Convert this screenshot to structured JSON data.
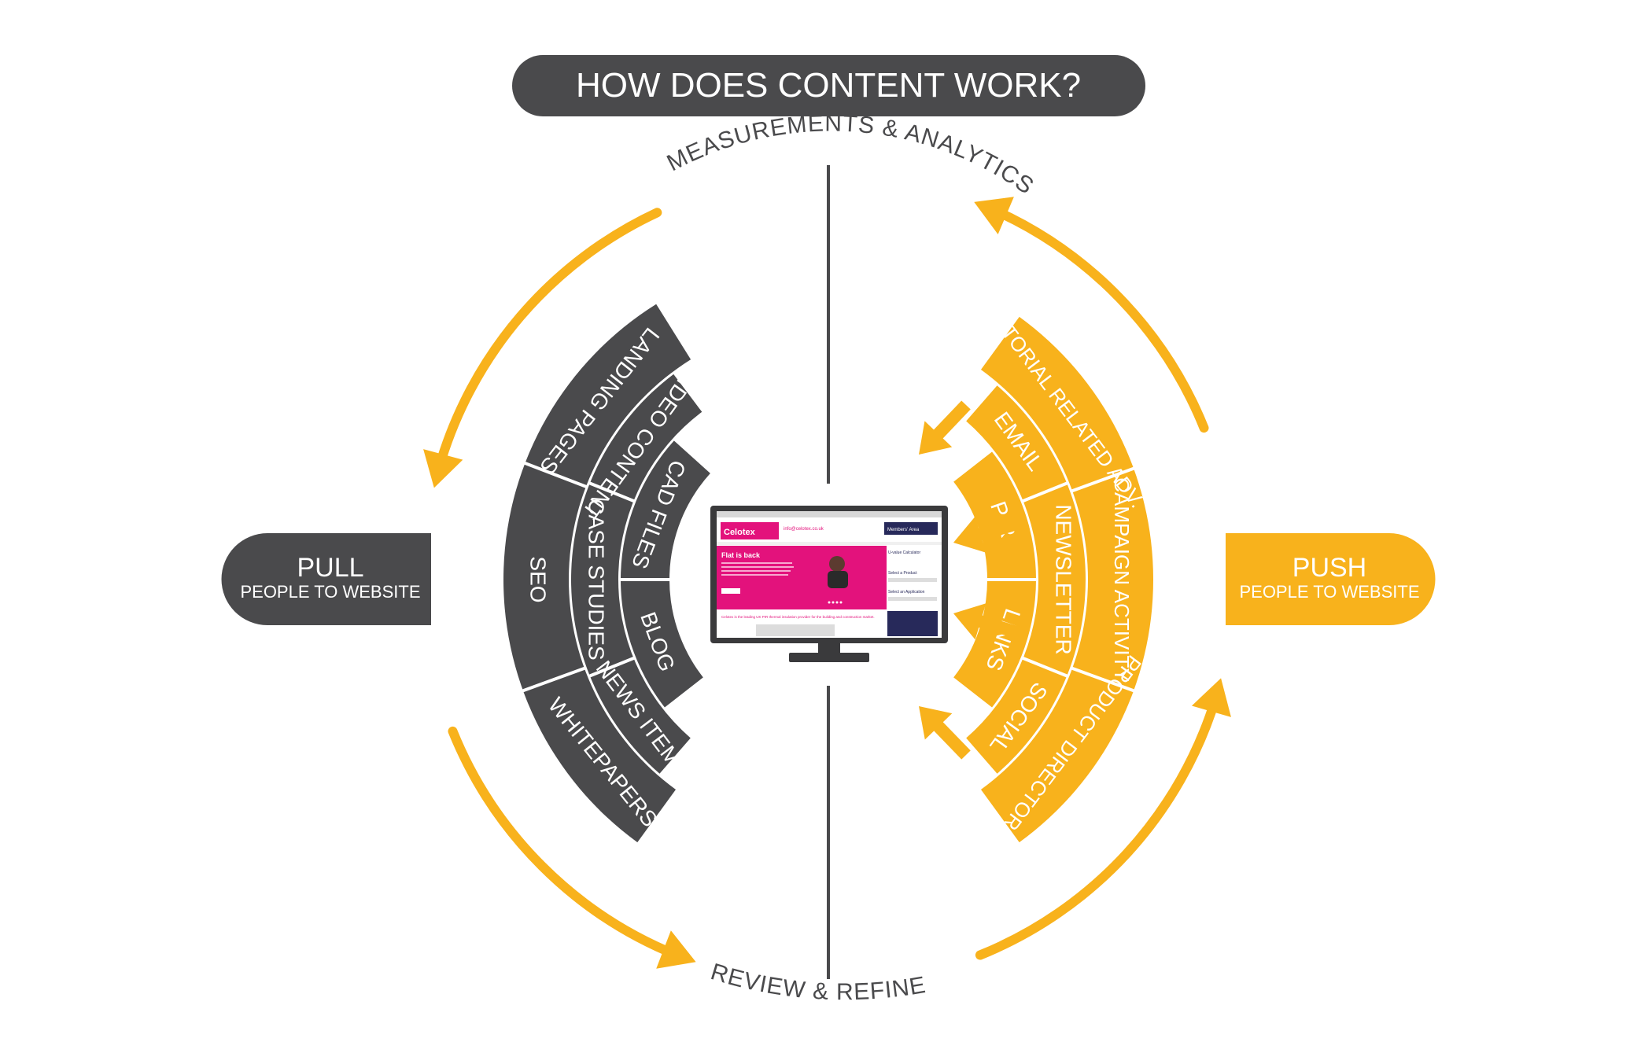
{
  "title": "HOW DOES CONTENT WORK?",
  "top_caption": "MEASUREMENTS & ANALYTICS",
  "bottom_caption": "REVIEW & REFINE",
  "pull": {
    "title": "PULL",
    "subtitle": "PEOPLE TO WEBSITE"
  },
  "push": {
    "title": "PUSH",
    "subtitle": "PEOPLE TO WEBSITE"
  },
  "pull_rings": {
    "outer": [
      "LANDING PAGES",
      "SEO",
      "WHITEPAPERS"
    ],
    "middle": [
      "VIDEO CONTENT",
      "CASE STUDIES",
      "NEWS ITEMS"
    ],
    "inner": [
      "CAD FILES",
      "BLOG"
    ]
  },
  "push_rings": {
    "outer": [
      "EDITORIAL RELATED ADV.",
      "CAMPAIGN ACTIVITY",
      "PRODUCT DIRECTORIES"
    ],
    "middle": [
      "EMAIL",
      "NEWSLETTER",
      "SOCIAL"
    ],
    "inner": [
      "P R",
      "LINKS"
    ]
  },
  "monitor": {
    "url": "info@celotex.co.uk",
    "brand": "Celotex",
    "headline": "Flat is back",
    "members": "Members' Area",
    "calculator": "U-value Calculator",
    "select_product": "Select a Product",
    "select_application": "Select an Application",
    "footer_text": "Celotex is the leading UK PIR thermal insulation provider for the building and construction market."
  },
  "colors": {
    "dark": "#4a4a4c",
    "accent": "#f8b21c",
    "screen_pink": "#e3127c",
    "screen_navy": "#27295a"
  }
}
